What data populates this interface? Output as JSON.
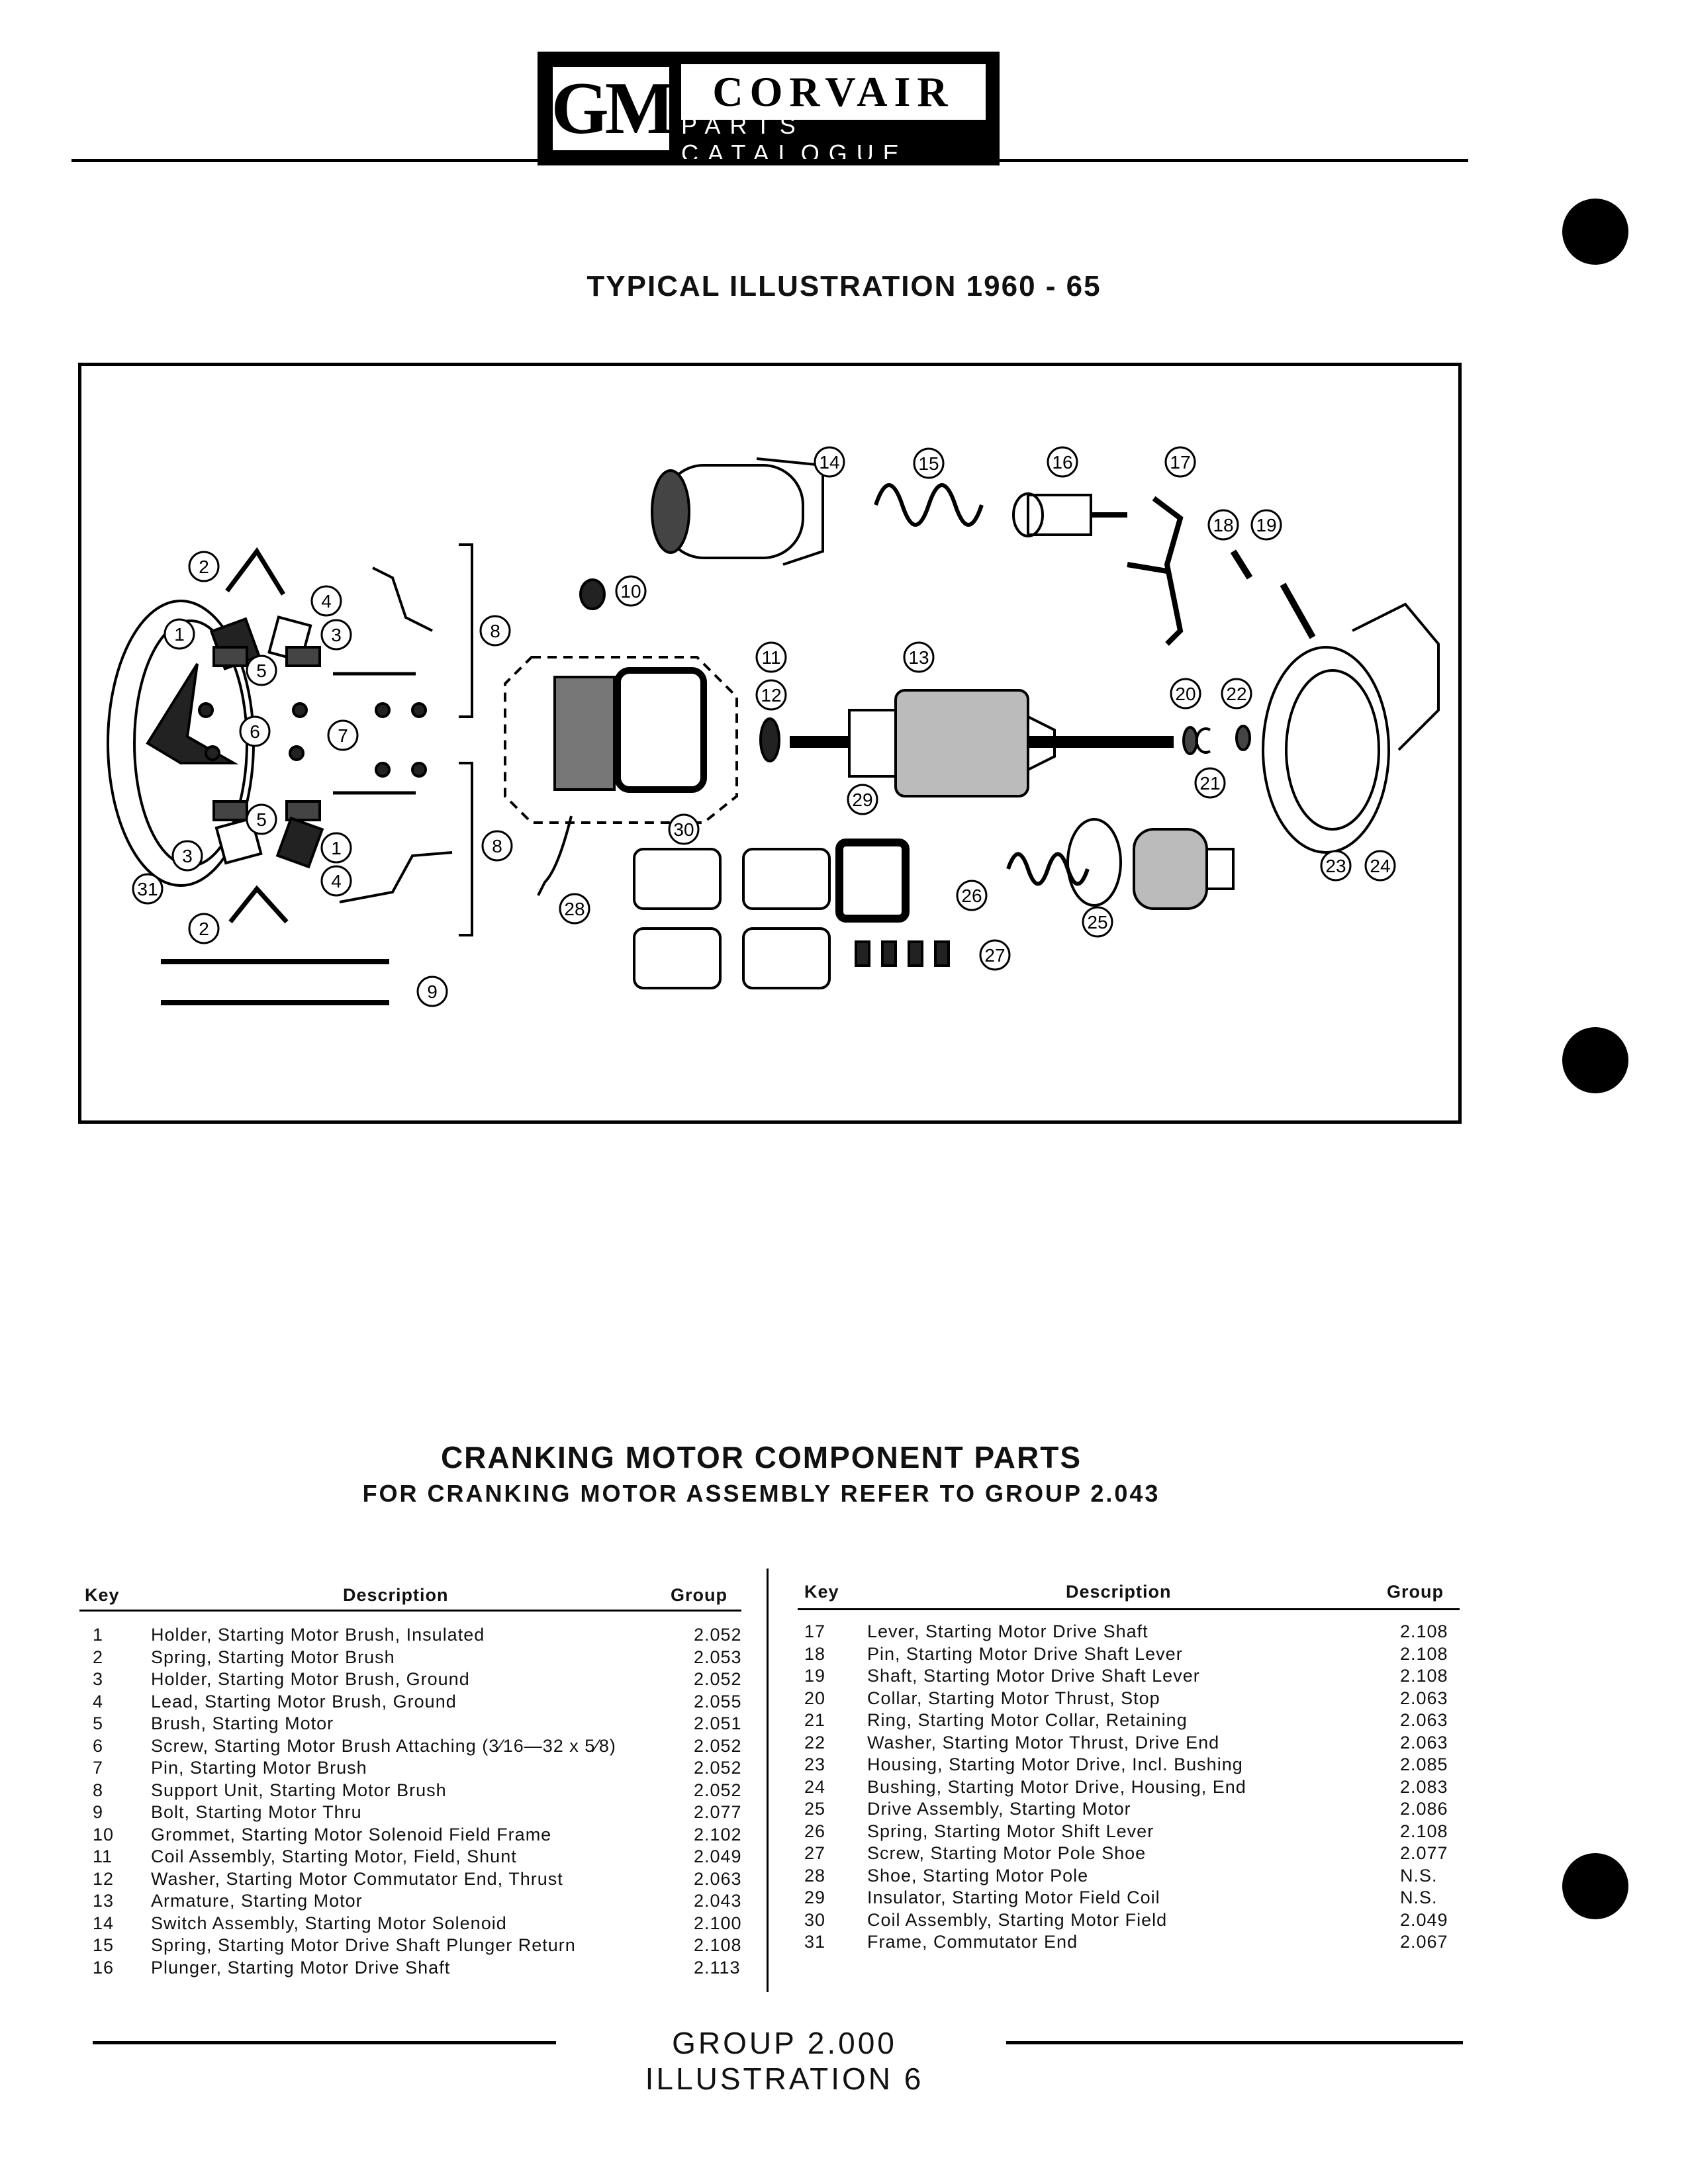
{
  "header": {
    "logo_text": "GM",
    "brand": "CORVAIR",
    "subtitle": "PARTS CATALOGUE"
  },
  "illustration": {
    "title": "TYPICAL ILLUSTRATION 1960 - 65",
    "callouts": [
      "1",
      "2",
      "3",
      "4",
      "5",
      "6",
      "7",
      "8",
      "9",
      "10",
      "11",
      "12",
      "13",
      "14",
      "15",
      "16",
      "17",
      "18",
      "19",
      "20",
      "21",
      "22",
      "23",
      "24",
      "25",
      "26",
      "27",
      "28",
      "29",
      "30",
      "31"
    ]
  },
  "section": {
    "title": "CRANKING MOTOR COMPONENT PARTS",
    "subtitle": "FOR CRANKING MOTOR ASSEMBLY REFER TO GROUP 2.043"
  },
  "table_headers": {
    "key": "Key",
    "description": "Description",
    "group": "Group"
  },
  "parts_left": [
    {
      "key": "1",
      "description": "Holder, Starting Motor Brush, Insulated",
      "group": "2.052"
    },
    {
      "key": "2",
      "description": "Spring, Starting Motor Brush",
      "group": "2.053"
    },
    {
      "key": "3",
      "description": "Holder, Starting Motor Brush, Ground",
      "group": "2.052"
    },
    {
      "key": "4",
      "description": "Lead, Starting Motor Brush, Ground",
      "group": "2.055"
    },
    {
      "key": "5",
      "description": "Brush, Starting Motor",
      "group": "2.051"
    },
    {
      "key": "6",
      "description": "Screw, Starting Motor Brush Attaching (3⁄16—32 x 5⁄8)",
      "group": "2.052"
    },
    {
      "key": "7",
      "description": "Pin, Starting Motor Brush",
      "group": "2.052"
    },
    {
      "key": "8",
      "description": "Support Unit, Starting Motor Brush",
      "group": "2.052"
    },
    {
      "key": "9",
      "description": "Bolt, Starting Motor Thru",
      "group": "2.077"
    },
    {
      "key": "10",
      "description": "Grommet, Starting Motor Solenoid Field Frame",
      "group": "2.102"
    },
    {
      "key": "11",
      "description": "Coil Assembly, Starting Motor, Field, Shunt",
      "group": "2.049"
    },
    {
      "key": "12",
      "description": "Washer, Starting Motor Commutator End, Thrust",
      "group": "2.063"
    },
    {
      "key": "13",
      "description": "Armature, Starting Motor",
      "group": "2.043"
    },
    {
      "key": "14",
      "description": "Switch Assembly, Starting Motor Solenoid",
      "group": "2.100"
    },
    {
      "key": "15",
      "description": "Spring, Starting Motor Drive Shaft Plunger Return",
      "group": "2.108"
    },
    {
      "key": "16",
      "description": "Plunger, Starting Motor Drive Shaft",
      "group": "2.113"
    }
  ],
  "parts_right": [
    {
      "key": "17",
      "description": "Lever, Starting Motor Drive Shaft",
      "group": "2.108"
    },
    {
      "key": "18",
      "description": "Pin, Starting Motor Drive Shaft Lever",
      "group": "2.108"
    },
    {
      "key": "19",
      "description": "Shaft, Starting Motor Drive Shaft Lever",
      "group": "2.108"
    },
    {
      "key": "20",
      "description": "Collar, Starting Motor Thrust, Stop",
      "group": "2.063"
    },
    {
      "key": "21",
      "description": "Ring, Starting Motor Collar, Retaining",
      "group": "2.063"
    },
    {
      "key": "22",
      "description": "Washer, Starting Motor Thrust, Drive End",
      "group": "2.063"
    },
    {
      "key": "23",
      "description": "Housing, Starting Motor Drive, Incl. Bushing",
      "group": "2.085"
    },
    {
      "key": "24",
      "description": "Bushing, Starting Motor Drive, Housing, End",
      "group": "2.083"
    },
    {
      "key": "25",
      "description": "Drive Assembly, Starting Motor",
      "group": "2.086"
    },
    {
      "key": "26",
      "description": "Spring, Starting Motor Shift Lever",
      "group": "2.108"
    },
    {
      "key": "27",
      "description": "Screw, Starting Motor Pole Shoe",
      "group": "2.077"
    },
    {
      "key": "28",
      "description": "Shoe, Starting Motor Pole",
      "group": "N.S."
    },
    {
      "key": "29",
      "description": "Insulator, Starting Motor Field Coil",
      "group": "N.S."
    },
    {
      "key": "30",
      "description": "Coil Assembly, Starting Motor Field",
      "group": "2.049"
    },
    {
      "key": "31",
      "description": "Frame, Commutator End",
      "group": "2.067"
    }
  ],
  "footer": {
    "text": "GROUP 2.000 ILLUSTRATION 6"
  }
}
